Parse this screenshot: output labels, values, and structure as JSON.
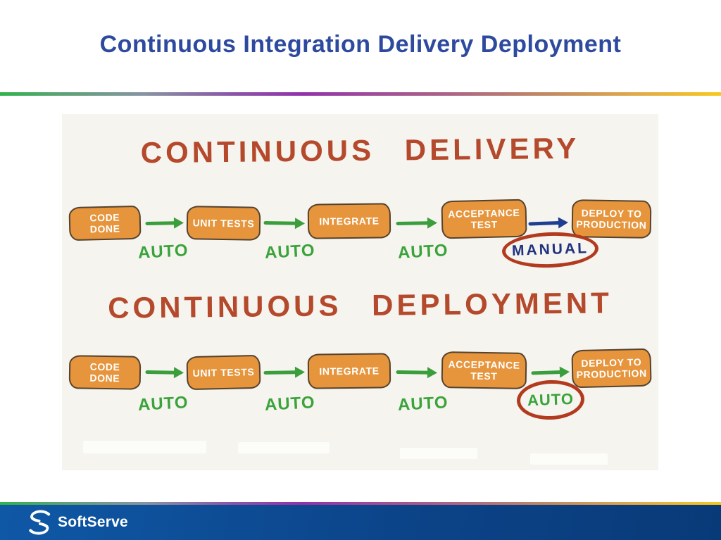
{
  "slide": {
    "title": "Continuous Integration Delivery Deployment"
  },
  "diagram": {
    "pipelines": [
      {
        "heading": "CONTINUOUS DELIVERY",
        "steps": [
          "CODE DONE",
          "UNIT TESTS",
          "INTEGRATE",
          "ACCEPTANCE TEST",
          "DEPLOY TO PRODUCTION"
        ],
        "arrow_labels": [
          "AUTO",
          "AUTO",
          "AUTO"
        ],
        "final_label": "MANUAL",
        "final_arrow_color": "#1d3e92"
      },
      {
        "heading": "CONTINUOUS DEPLOYMENT",
        "steps": [
          "CODE DONE",
          "UNIT TESTS",
          "INTEGRATE",
          "ACCEPTANCE TEST",
          "DEPLOY TO PRODUCTION"
        ],
        "arrow_labels": [
          "AUTO",
          "AUTO",
          "AUTO"
        ],
        "final_label": "AUTO",
        "final_arrow_color": "#3a9e3c"
      }
    ]
  },
  "footer": {
    "brand": "SoftServe"
  },
  "icons": {
    "brand_mark": "softserve-s-icon",
    "step_connector": "arrow-icon",
    "emphasis": "hand-drawn-circle"
  },
  "colors": {
    "title_blue": "#2d4a9e",
    "box_orange": "#e6953c",
    "box_border": "#55422e",
    "arrow_green": "#3a9e3c",
    "arrow_blue": "#1d3e92",
    "heading_red": "#b5492c",
    "manual_navy": "#203280",
    "circle_red": "#b23a1e",
    "diagram_bg": "#f5f4ef",
    "footer_blue": "#0c4489",
    "gradient_start": "#2fb34c",
    "gradient_mid": "#9232aa",
    "gradient_end": "#f6c91e"
  }
}
